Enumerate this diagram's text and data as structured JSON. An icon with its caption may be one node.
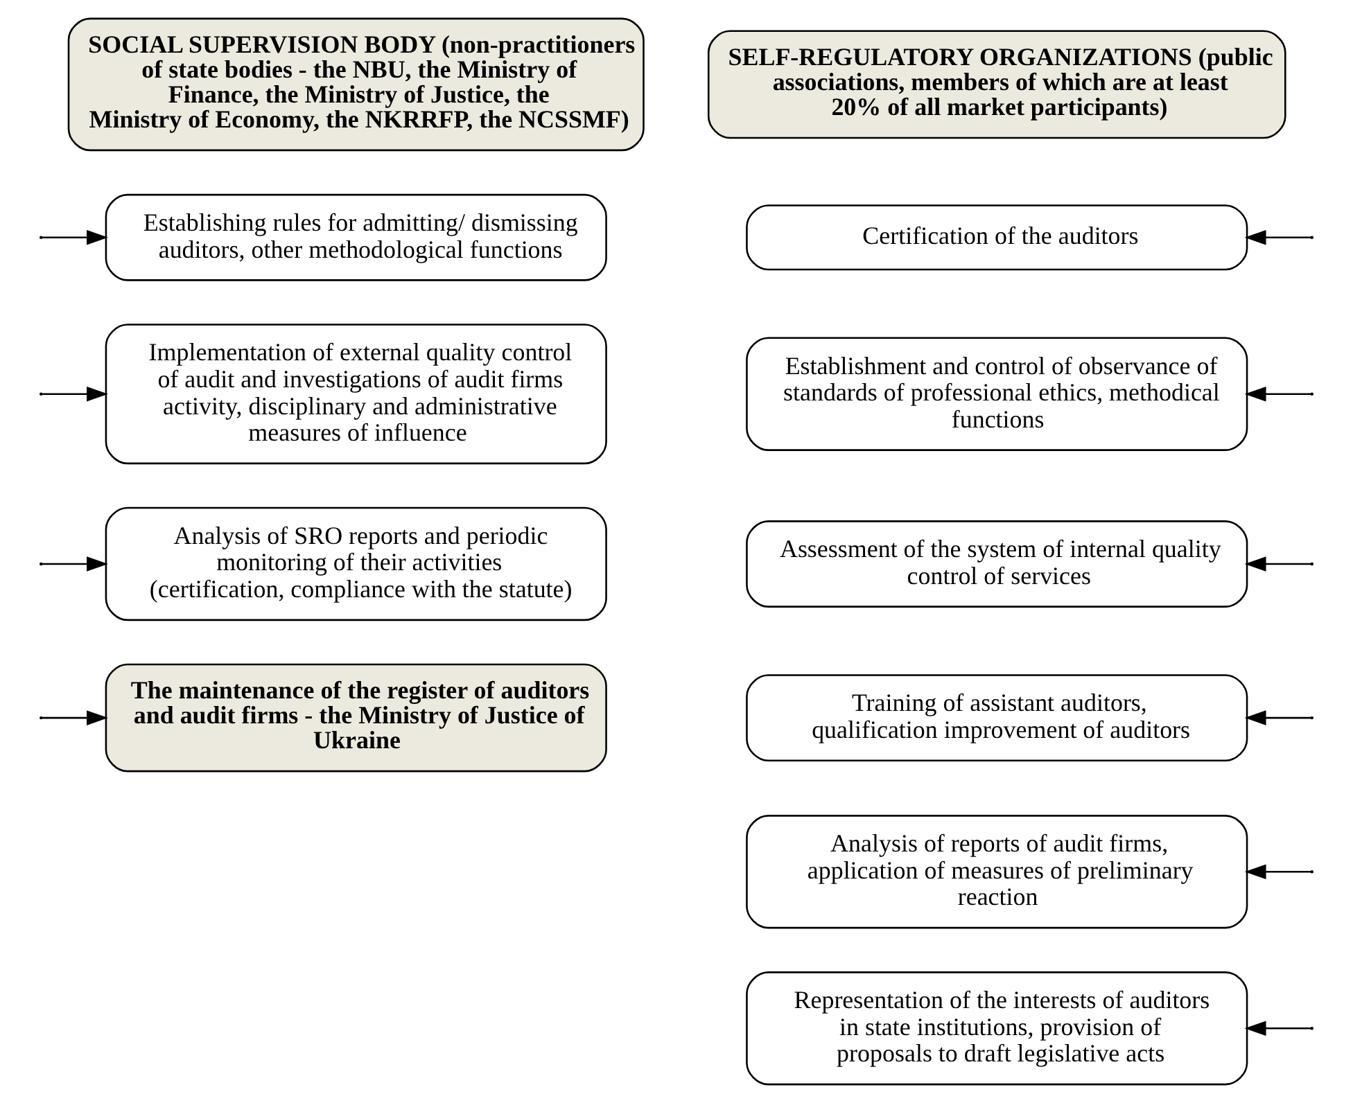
{
  "diagram": {
    "nodes": [
      {
        "text": [
          "SOCIAL SUPERVISION BODY (non-practitioners of state bodies - the NBU, the Ministry of Finance, the Ministry of Justice, the Ministry of Economy, the NKRRFP, the NCSSMF)"
        ]
      },
      {
        "text": [
          "Establishing rules for admitting/ dismissing auditors, other methodological functions"
        ]
      },
      {
        "text": [
          "Implementation of external quality control of audit and investigations of audit firms activity, disciplinary and administrative measures of influence"
        ]
      },
      {
        "text": [
          "Analysis of SRO reports and periodic monitoring of their activities (certification, compliance with the statute)"
        ]
      },
      {
        "text": [
          "The maintenance of the register of auditors and audit firms - the Ministry of Justice of Ukraine"
        ]
      },
      {
        "text": [
          "SELF-REGULATORY ORGANIZATIONS (public associations, members of which are at least 20% of all market participants)"
        ]
      },
      {
        "text": [
          "Certification of the auditors"
        ]
      },
      {
        "text": [
          "Establishment and control of observance of standards of professional ethics, methodical functions"
        ]
      },
      {
        "text": [
          "Assessment of the system of internal quality control of services"
        ]
      },
      {
        "text": [
          "Training of assistant auditors, qualification improvement of auditors"
        ]
      },
      {
        "text": [
          "Analysis of reports of audit firms, application of measures of preliminary reaction"
        ]
      },
      {
        "text": [
          "Representation of the interests of auditors in state institutions, provision of proposals to draft legislative acts"
        ]
      }
    ],
    "edges": [
      {
        "from": null,
        "to": 1,
        "arrow": "to"
      },
      {
        "from": null,
        "to": 2,
        "arrow": "to"
      },
      {
        "from": null,
        "to": 3,
        "arrow": "to"
      },
      {
        "from": null,
        "to": 4,
        "arrow": "to"
      },
      {
        "from": null,
        "to": 6,
        "arrow": "to"
      },
      {
        "from": null,
        "to": 7,
        "arrow": "to"
      },
      {
        "from": null,
        "to": 8,
        "arrow": "to"
      },
      {
        "from": null,
        "to": 9,
        "arrow": "to"
      },
      {
        "from": null,
        "to": 10,
        "arrow": "to"
      },
      {
        "from": null,
        "to": 11,
        "arrow": "to"
      }
    ]
  }
}
